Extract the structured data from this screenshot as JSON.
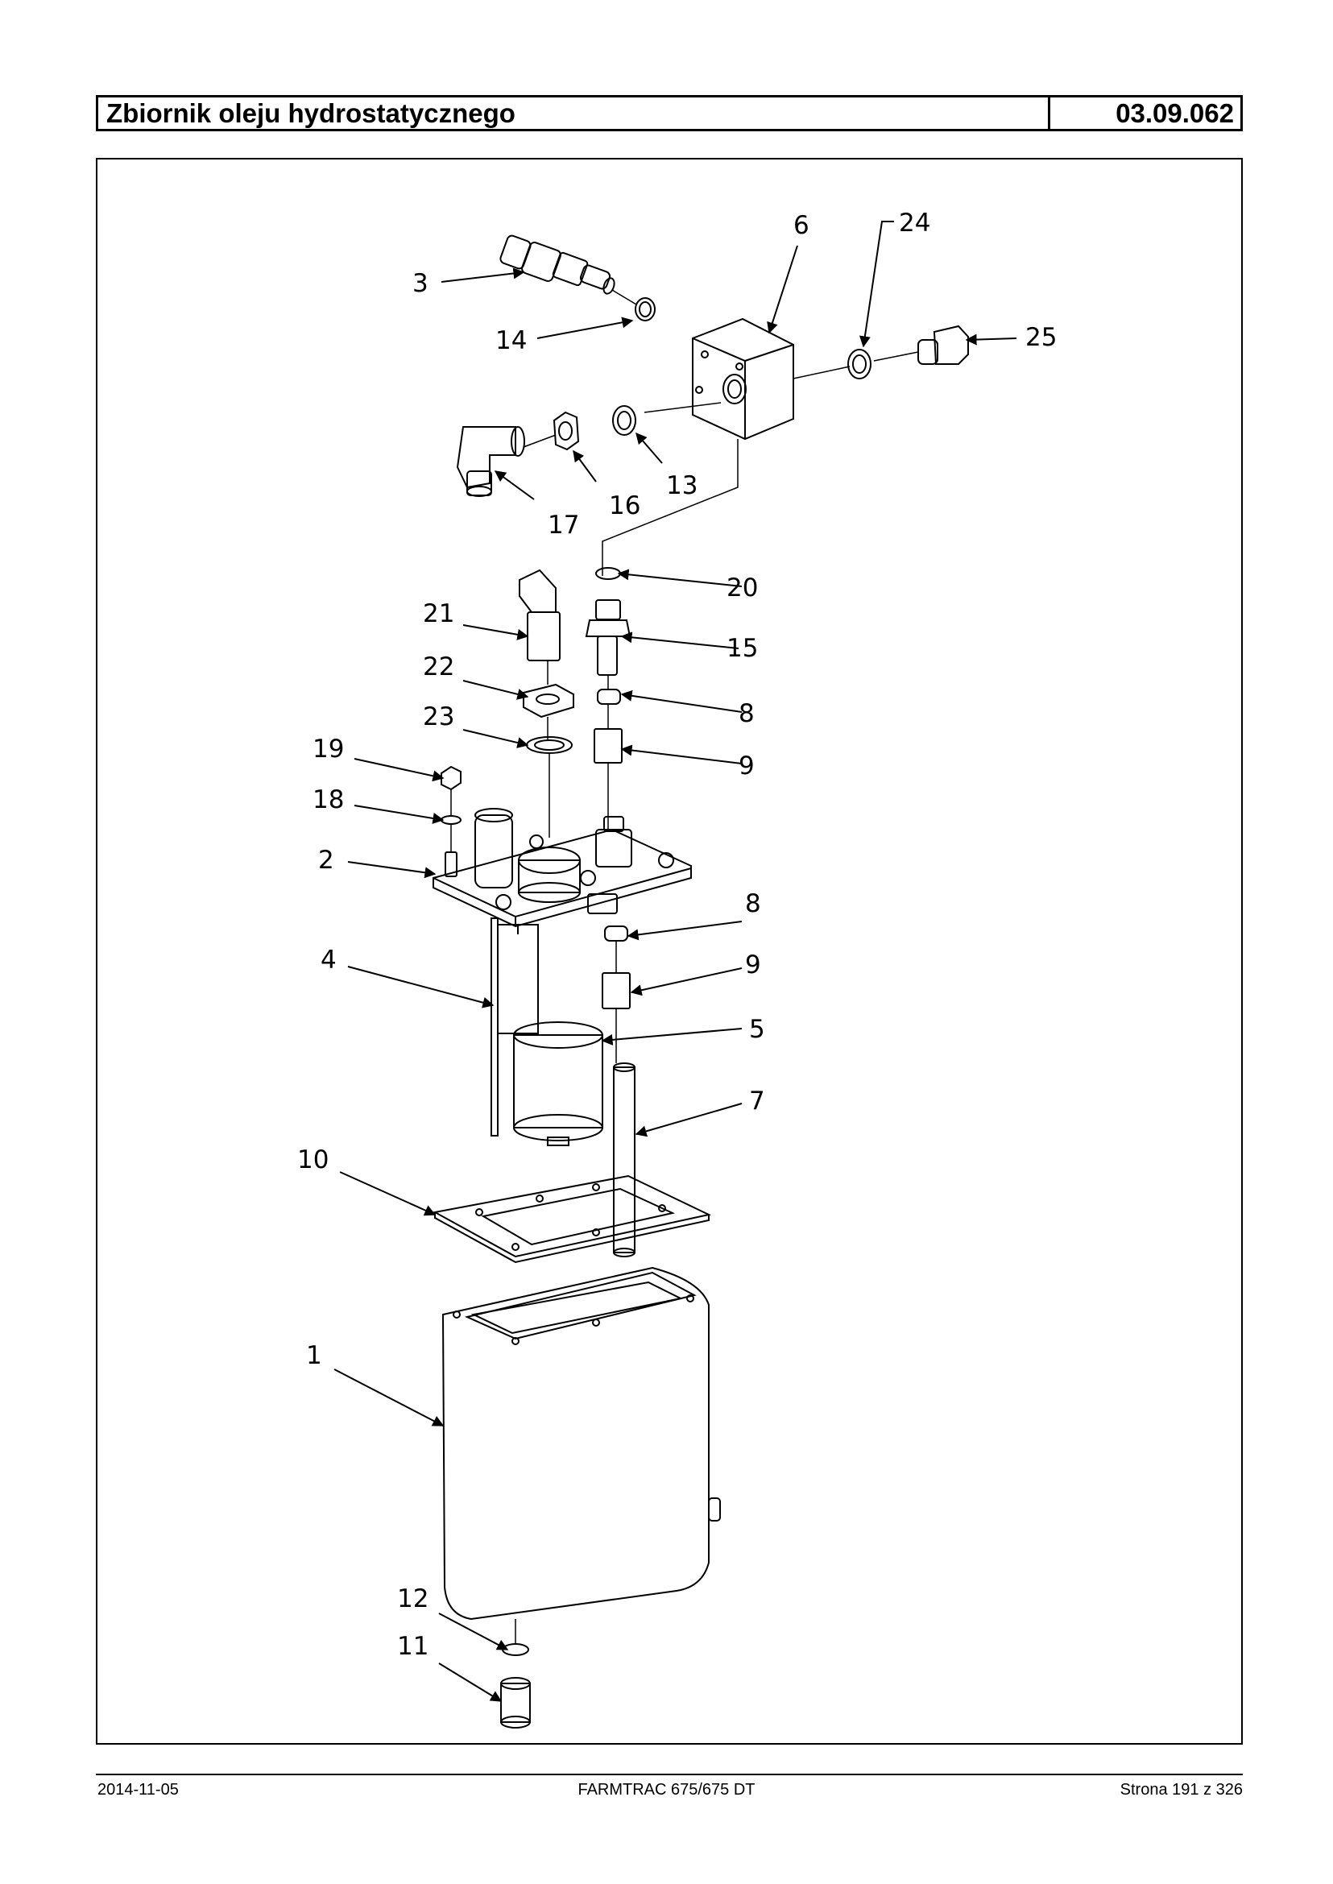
{
  "header": {
    "title": "Zbiornik oleju hydrostatycznego",
    "code": "03.09.062"
  },
  "callouts": {
    "c1": "1",
    "c2": "2",
    "c3": "3",
    "c4": "4",
    "c5": "5",
    "c6": "6",
    "c7": "7",
    "c8a": "8",
    "c8b": "8",
    "c9a": "9",
    "c9b": "9",
    "c10": "10",
    "c11": "11",
    "c12": "12",
    "c13": "13",
    "c14": "14",
    "c15": "15",
    "c16": "16",
    "c17": "17",
    "c18": "18",
    "c19": "19",
    "c20": "20",
    "c21": "21",
    "c22": "22",
    "c23": "23",
    "c24": "24",
    "c25": "25"
  },
  "footer": {
    "date": "2014-11-05",
    "model": "FARMTRAC 675/675 DT",
    "page": "Strona 191 z 326"
  }
}
